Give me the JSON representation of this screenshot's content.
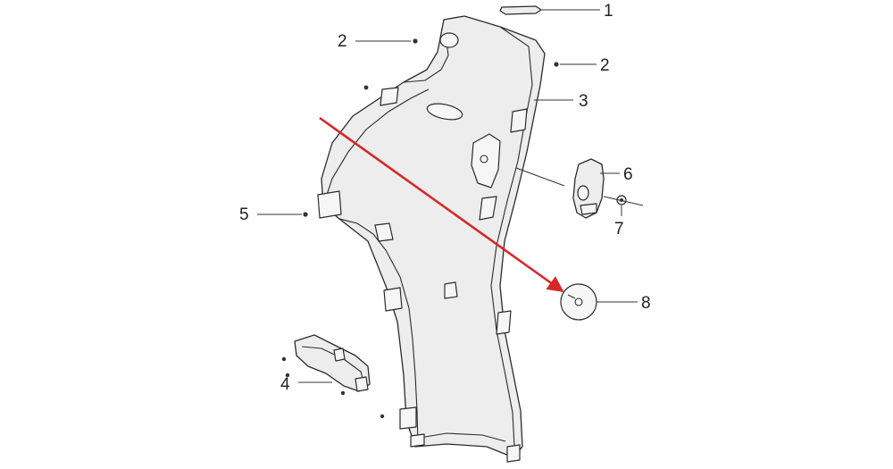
{
  "callouts": [
    {
      "id": "1",
      "label": "1",
      "part": "top-clip"
    },
    {
      "id": "2a",
      "label": "2",
      "part": "screw-left"
    },
    {
      "id": "2b",
      "label": "2",
      "part": "screw-right"
    },
    {
      "id": "3",
      "label": "3",
      "part": "inner-panel"
    },
    {
      "id": "4",
      "label": "4",
      "part": "lower-bracket"
    },
    {
      "id": "5",
      "label": "5",
      "part": "screw-side"
    },
    {
      "id": "6",
      "label": "6",
      "part": "cover-cap"
    },
    {
      "id": "7",
      "label": "7",
      "part": "washer-screw"
    },
    {
      "id": "8",
      "label": "8",
      "part": "round-disc"
    }
  ],
  "colors": {
    "highlight_arrow": "#d62828",
    "line": "#2b2b2b",
    "fill": "#ededed"
  },
  "icons": {
    "highlight": "arrow-icon"
  }
}
